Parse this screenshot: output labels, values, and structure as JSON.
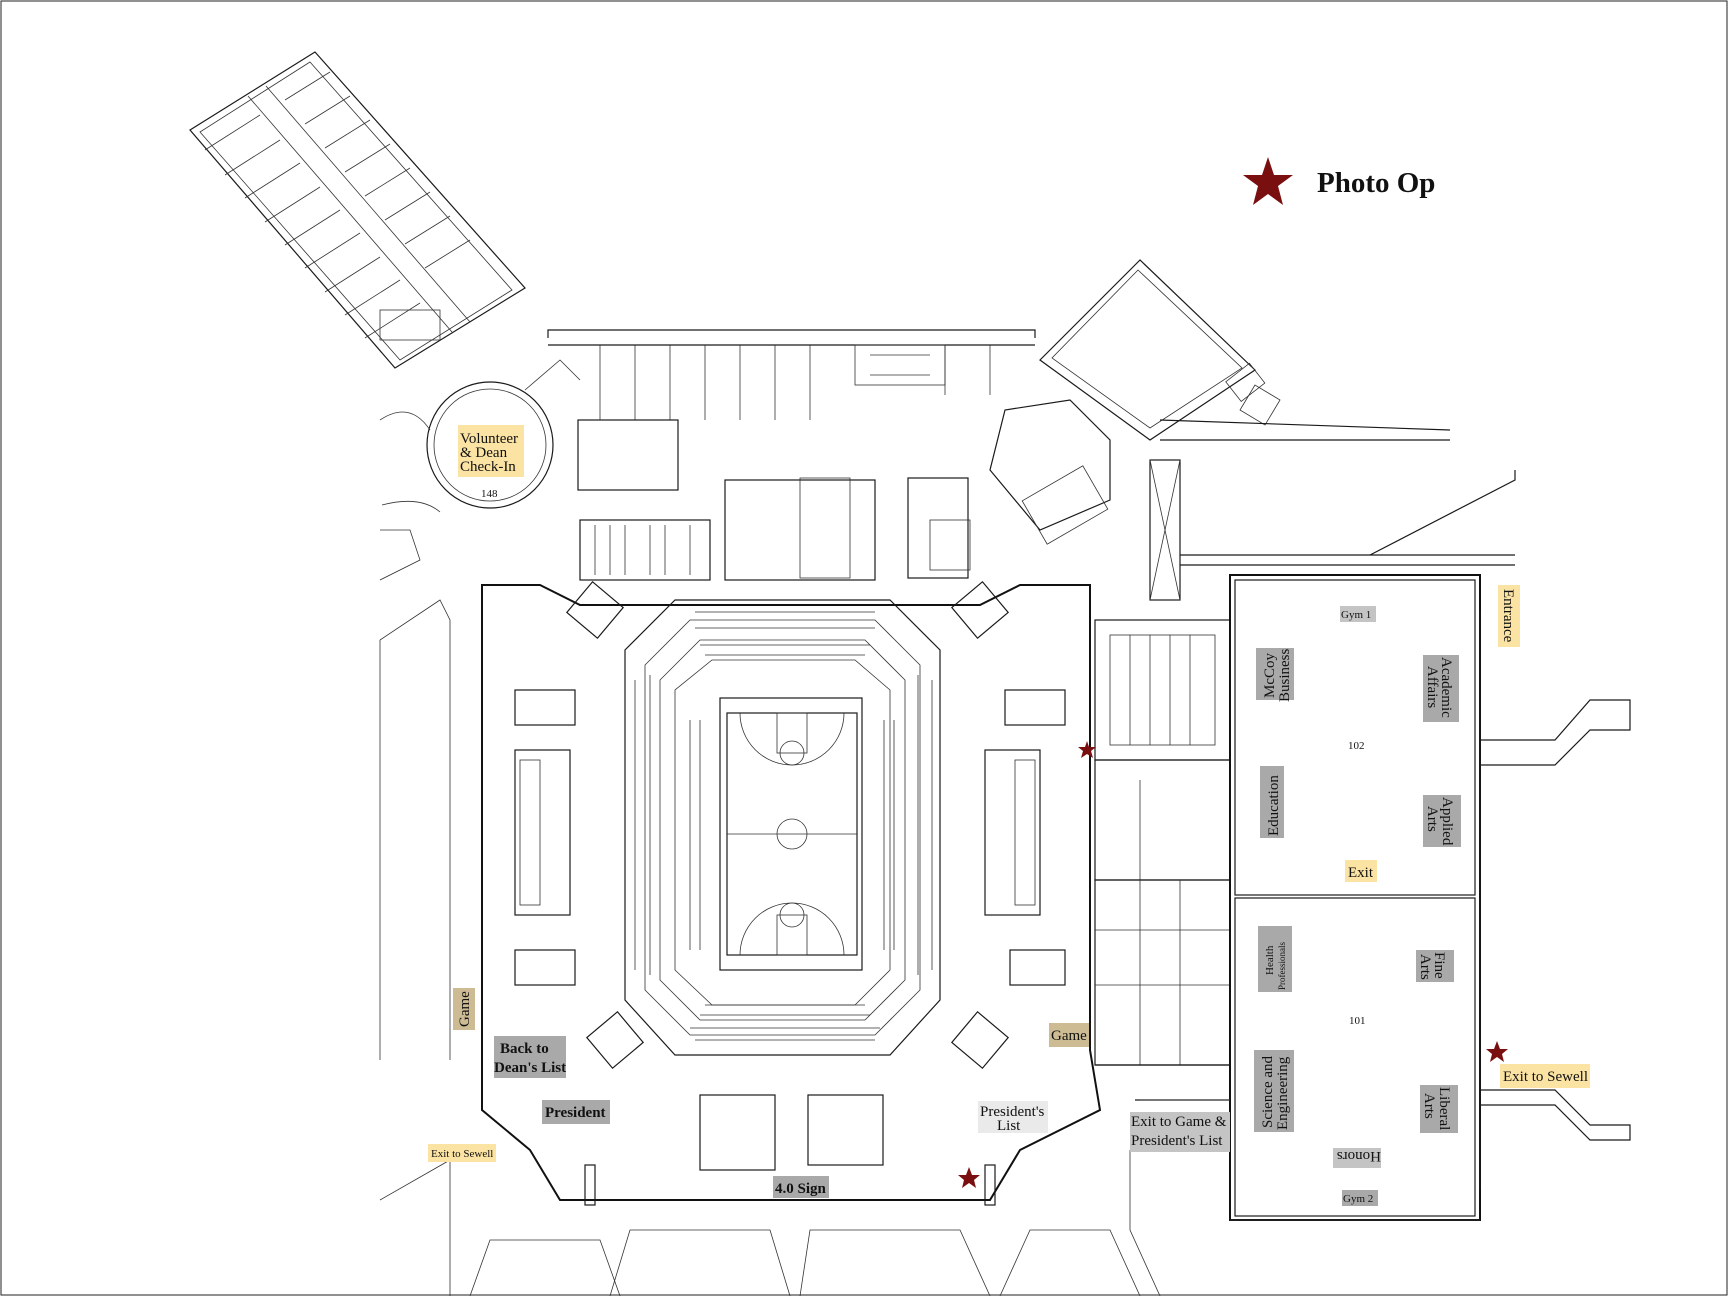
{
  "legend": {
    "label": "Photo Op",
    "star_color": "#7a0f0f"
  },
  "rooms": {
    "r148": "148",
    "r102": "102",
    "r101": "101",
    "gym1": "Gym 1",
    "gym2": "Gym 2"
  },
  "labels": {
    "volunteer_1": "Volunteer",
    "volunteer_2": "& Dean",
    "volunteer_3": "Check-In",
    "entrance": "Entrance",
    "mccoy_1": "McCoy",
    "mccoy_2": "Business",
    "academic_1": "Academic",
    "academic_2": "Affairs",
    "education": "Education",
    "applied_1": "Applied",
    "applied_2": "Arts",
    "exit": "Exit",
    "health_1": "Health",
    "health_2": "Professionals",
    "fine_1": "Fine",
    "fine_2": "Arts",
    "science_1": "Science and",
    "science_2": "Engineering",
    "liberal_1": "Liberal",
    "liberal_2": "Arts",
    "honors": "Honors",
    "exit_sewell_right": "Exit to Sewell",
    "exit_sewell_left": "Exit to Sewell",
    "game_left": "Game",
    "game_right": "Game",
    "back_1": "Back to",
    "back_2": "Dean's List",
    "president": "President",
    "plist_1": "President's",
    "plist_2": "List",
    "exit_game_1": "Exit to Game &",
    "exit_game_2": "President's List",
    "sign": "4.0 Sign"
  },
  "colors": {
    "highlight_yellow": "#fbe3a3",
    "highlight_gray": "#a9a9a9",
    "highlight_tan": "#cdbb94",
    "star": "#7a0f0f"
  }
}
